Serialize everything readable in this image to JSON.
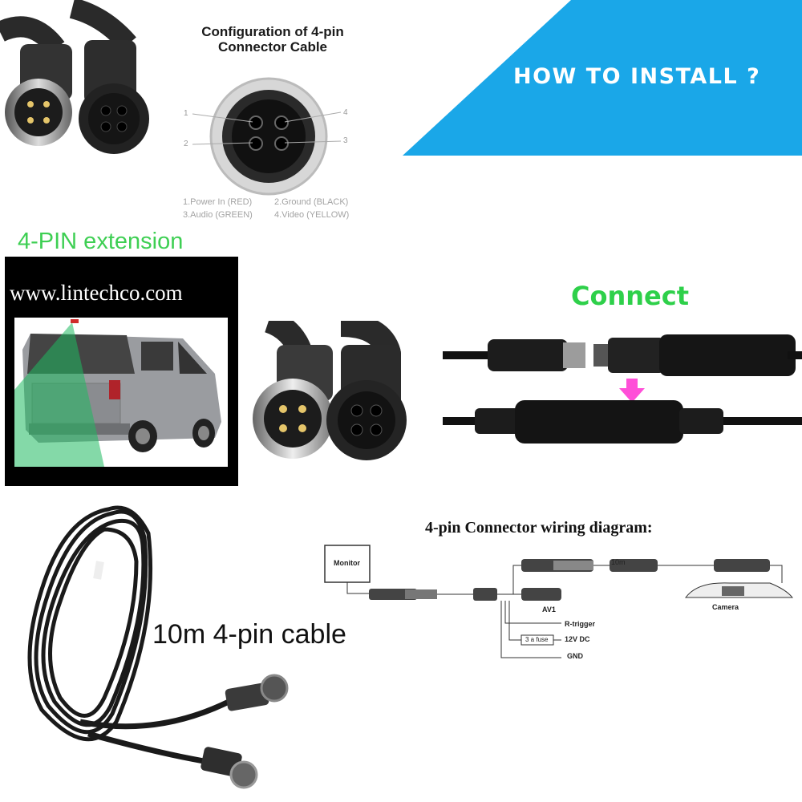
{
  "config": {
    "title_line1": "Configuration of 4-pin",
    "title_line2": "Connector Cable",
    "pin_numbers": [
      "1",
      "2",
      "4",
      "3"
    ],
    "legend": {
      "pin1": "1.Power In (RED)",
      "pin2": "2.Ground (BLACK)",
      "pin3": "3.Audio (GREEN)",
      "pin4": "4.Video (YELLOW)"
    }
  },
  "banner": {
    "text": "HOW TO INSTALL ?",
    "color": "#1aa7e8"
  },
  "extension": {
    "title": "4-PIN extension",
    "website": "www.lintechco.com"
  },
  "connect": {
    "title": "Connect",
    "arrow_color": "#ff4fd8"
  },
  "cable": {
    "label": "10m 4-pin cable"
  },
  "wiring": {
    "title": "4-pin Connector wiring diagram:",
    "monitor": "Monitor",
    "length": "10m",
    "av1": "AV1",
    "camera": "Camera",
    "r_trigger": "R-trigger",
    "fuse": "3 a fuse",
    "dc": "12V DC",
    "gnd": "GND"
  },
  "colors": {
    "green": "#3ecf53",
    "black": "#111111"
  }
}
